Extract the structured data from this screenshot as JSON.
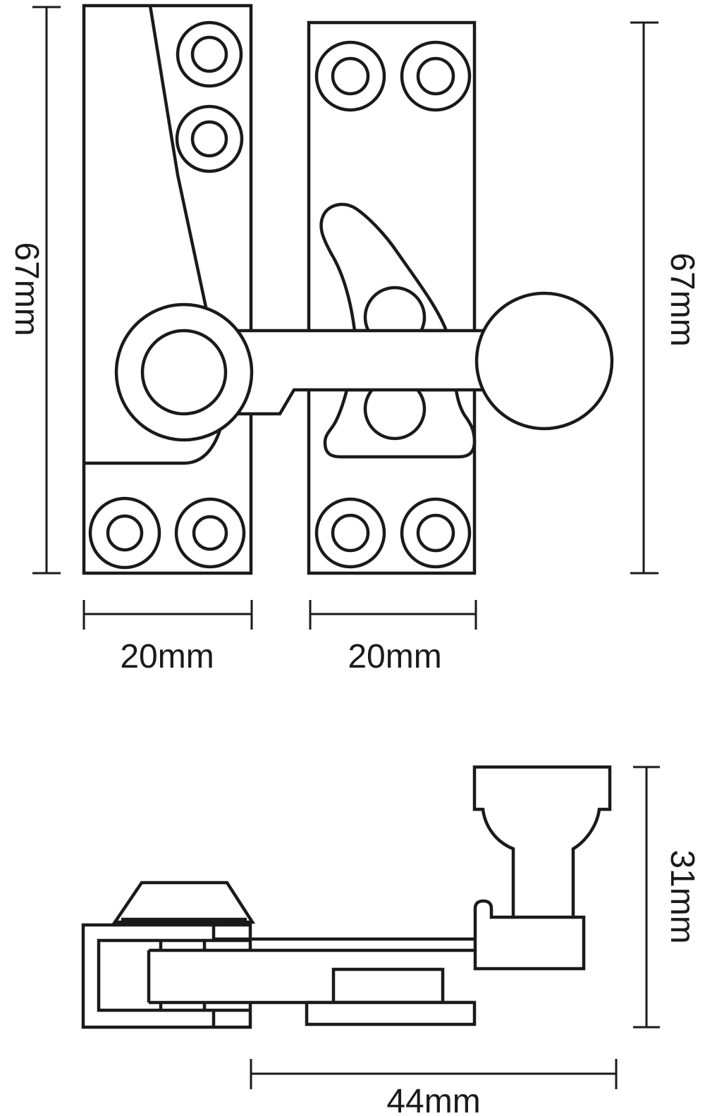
{
  "drawing": {
    "type": "technical-dimension-drawing",
    "subject": "sash window fastener (hook plate, keeper plate and knob)",
    "colors": {
      "line": "#1a1a1a",
      "background": "#ffffff"
    },
    "dimensions": {
      "left_height": "67mm",
      "right_height": "67mm",
      "left_plate_width": "20mm",
      "right_plate_width": "20mm",
      "side_height": "31mm",
      "side_width": "44mm"
    }
  }
}
